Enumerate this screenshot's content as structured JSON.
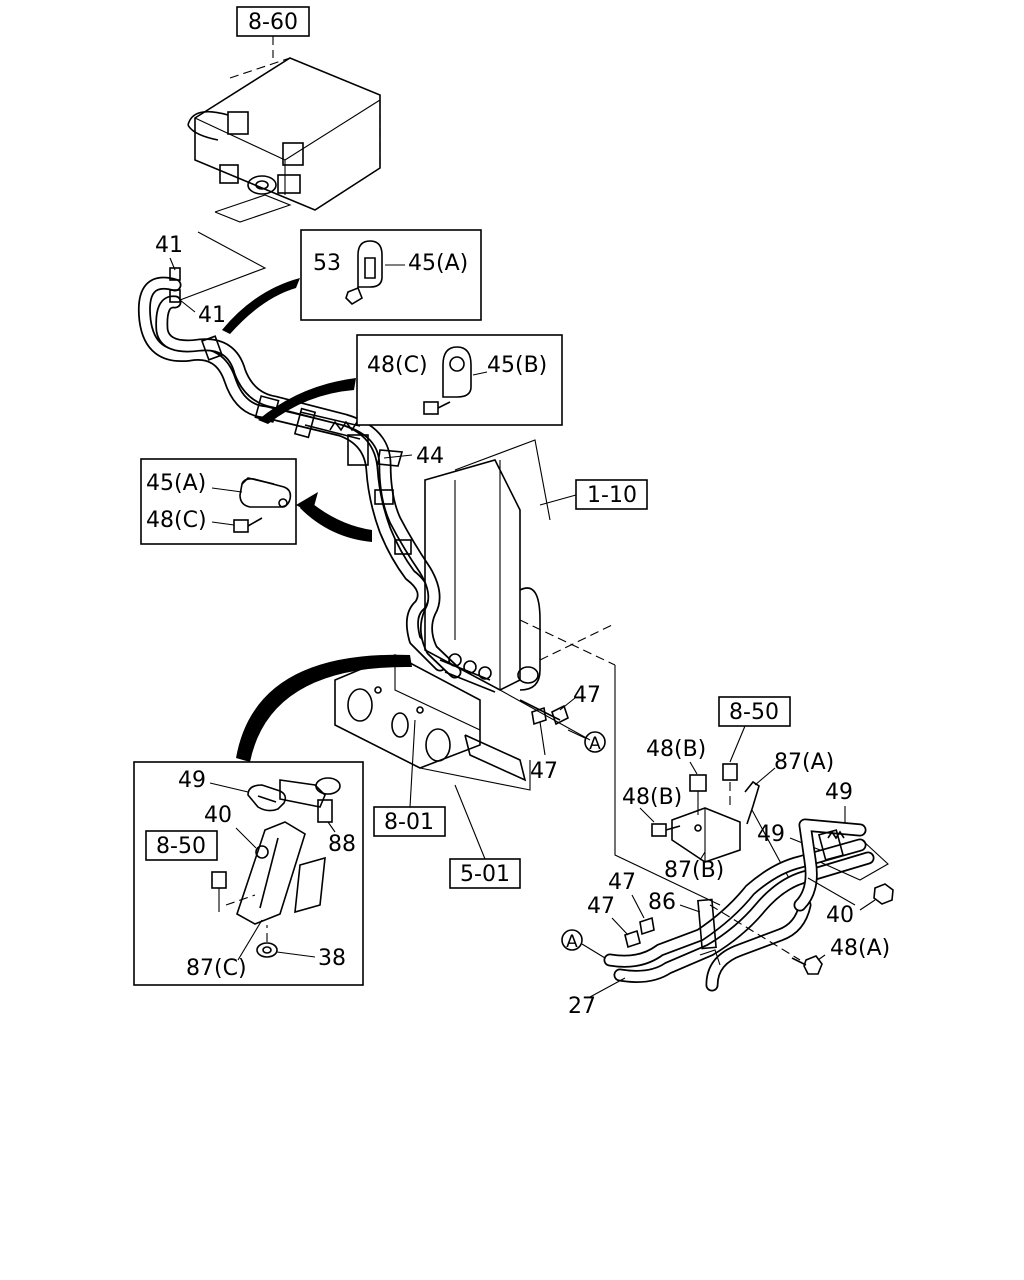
{
  "refs": {
    "r860": "8-60",
    "r110": "1-10",
    "r850a": "8-50",
    "r850b": "8-50",
    "r801": "8-01",
    "r501": "5-01"
  },
  "callouts": {
    "c41a": "41",
    "c41b": "41",
    "c44": "44",
    "c47a": "47",
    "c47b": "47",
    "c47c": "47",
    "c47d": "47",
    "c48b1": "48(B)",
    "c48b2": "48(B)",
    "c87a": "87(A)",
    "c49a": "49",
    "c49b": "49",
    "c87b": "87(B)",
    "c40a": "40",
    "c86": "86",
    "c48a": "48(A)",
    "c27": "27"
  },
  "inset1": {
    "c53": "53",
    "c45a": "45(A)"
  },
  "inset2": {
    "c48c": "48(C)",
    "c45b": "45(B)"
  },
  "inset3": {
    "c45a": "45(A)",
    "c48c": "48(C)"
  },
  "inset4": {
    "c49": "49",
    "c40": "40",
    "c88": "88",
    "r850": "8-50",
    "c87c": "87(C)",
    "c38": "38"
  },
  "markers": {
    "a1": "A",
    "a2": "A"
  }
}
